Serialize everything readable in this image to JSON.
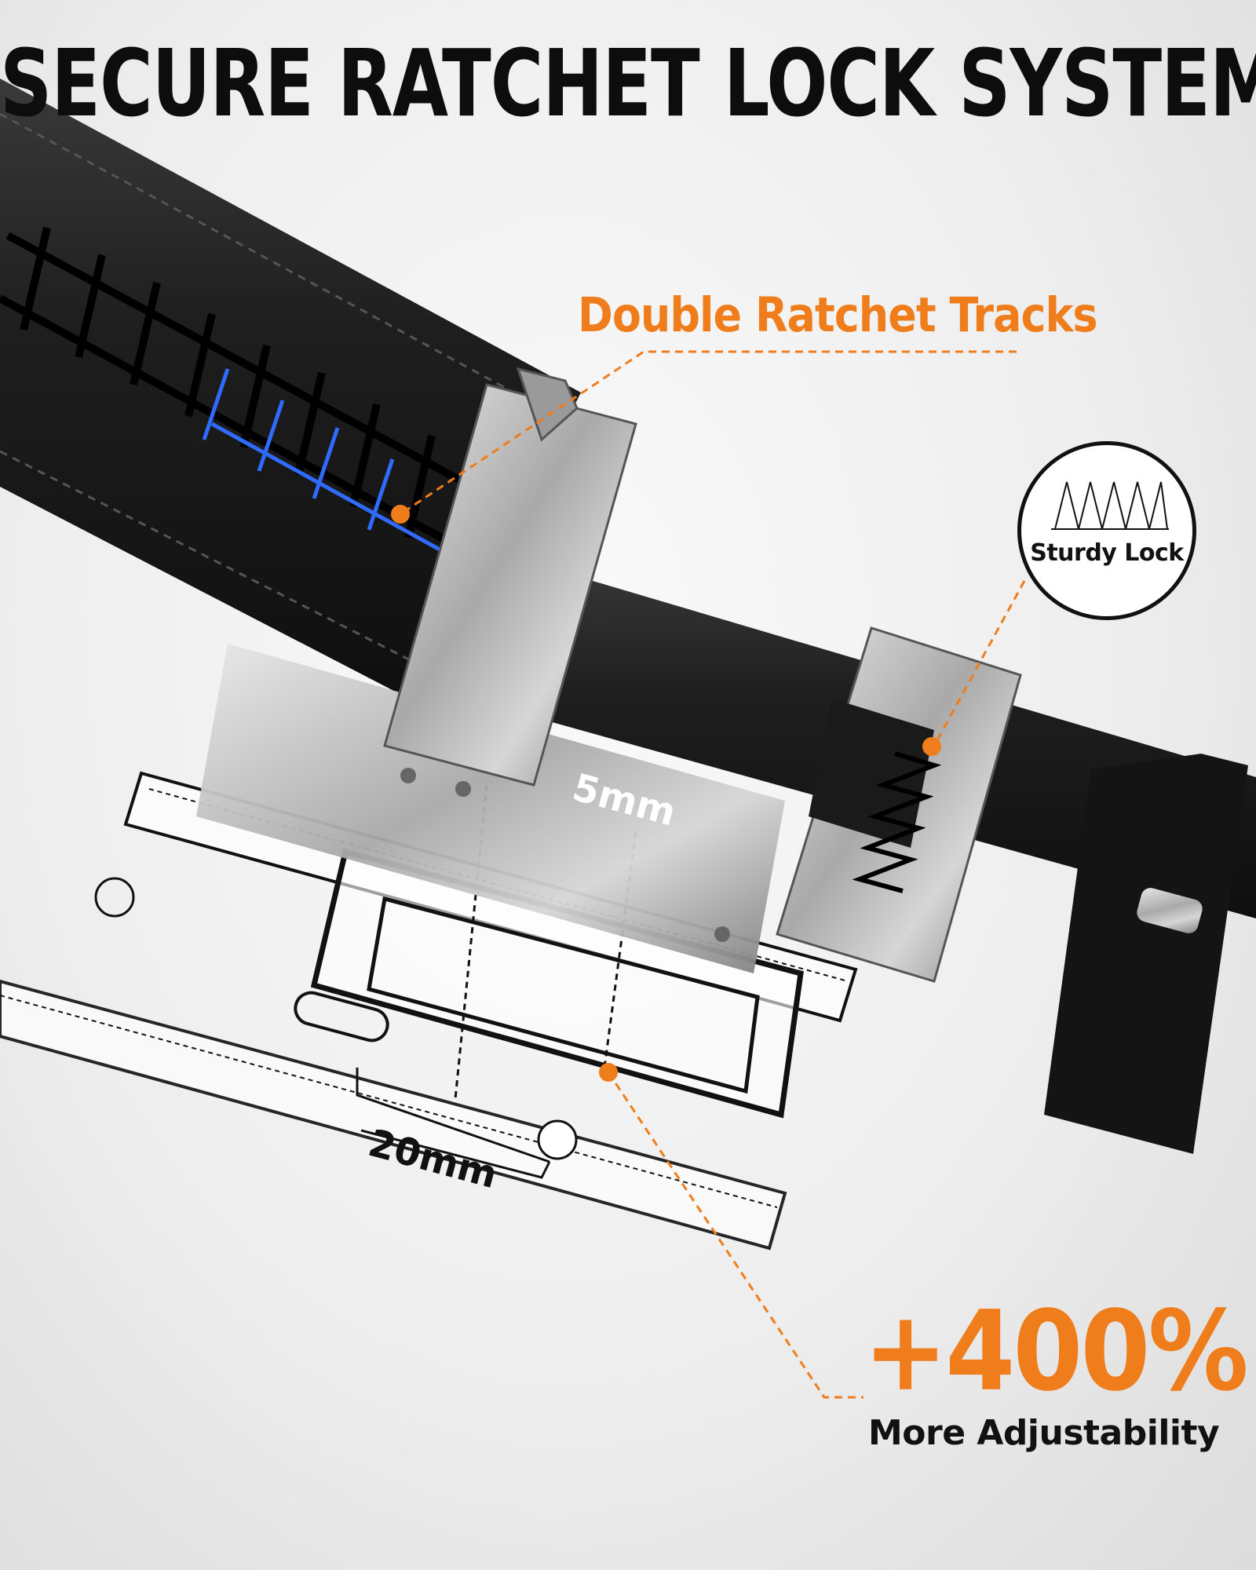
{
  "headline": "SECURE RATCHET LOCK SYSTEM",
  "callouts": {
    "double_ratchet_tracks": "Double Ratchet Tracks",
    "sturdy_lock": "Sturdy Lock"
  },
  "dimensions": {
    "ratchet_step": "5mm",
    "traditional_hole_spacing": "20mm"
  },
  "stat": {
    "value": "+400%",
    "caption": "More Adjustability"
  },
  "colors": {
    "accent": "#f07d1c",
    "track_highlight": "#2f6bff",
    "belt": "#151515",
    "text": "#0d0d0d"
  },
  "icons": {
    "badge_icon": "sawtooth-teeth-icon"
  }
}
